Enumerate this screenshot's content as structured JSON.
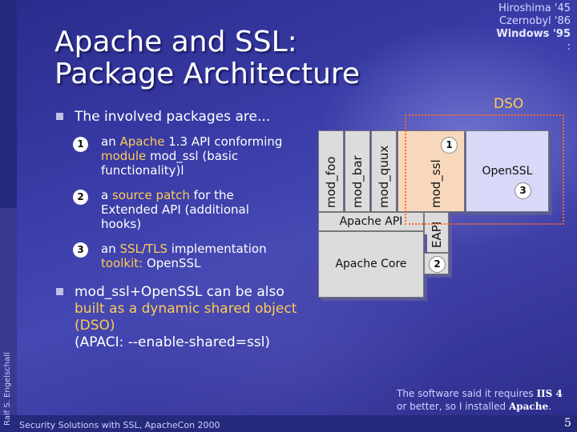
{
  "corner_note": {
    "line1": "Hiroshima '45",
    "line2": "Czernobyl '86",
    "line3": "Windows '95",
    "line4": ":"
  },
  "title": {
    "line1": "Apache and SSL:",
    "line2": "Package Architecture"
  },
  "bullets": {
    "intro": "The involved packages are...",
    "items": [
      {
        "num": "1",
        "p1": "an ",
        "h1": "Apache",
        "p2": " 1.3 API conforming ",
        "h2": "module",
        "p3": " mod_ssl (basic functionality)l"
      },
      {
        "num": "2",
        "p1": "a ",
        "h1": "source patch",
        "p2": " for the Extended API (additional hooks)"
      },
      {
        "num": "3",
        "p1": "an ",
        "h1": "SSL/TLS",
        "p2": " implementation ",
        "h2": "toolkit:",
        "p3": " OpenSSL"
      }
    ],
    "dso": {
      "p1": "mod_ssl+OpenSSL can be also ",
      "h1": "built as a dynamic shared object (DSO)",
      "p2": "(APACI: --enable-shared=ssl)"
    }
  },
  "diagram": {
    "dso_label": "DSO",
    "modules": [
      "mod_foo",
      "mod_bar",
      "mod_quux"
    ],
    "mod_ssl": "mod_ssl",
    "openssl": "OpenSSL",
    "apache_api": "Apache API",
    "eapi": "EAPI",
    "apache_core": "Apache Core",
    "badges": [
      "1",
      "2",
      "3"
    ],
    "colors": {
      "box": "#dcdcdc",
      "mod_ssl": "#f8d8bc",
      "openssl": "#d8d8f8",
      "dso_border": "#ff6a2a"
    }
  },
  "note": {
    "p1": "The software said it requires ",
    "b1": "IIS 4",
    "p2": "or better, so I installed ",
    "b2": "Apache",
    "p3": "."
  },
  "footer": {
    "author": "Ralf S. Engelschall",
    "event": "Security Solutions with SSL, ApacheCon 2000",
    "page": "5"
  }
}
